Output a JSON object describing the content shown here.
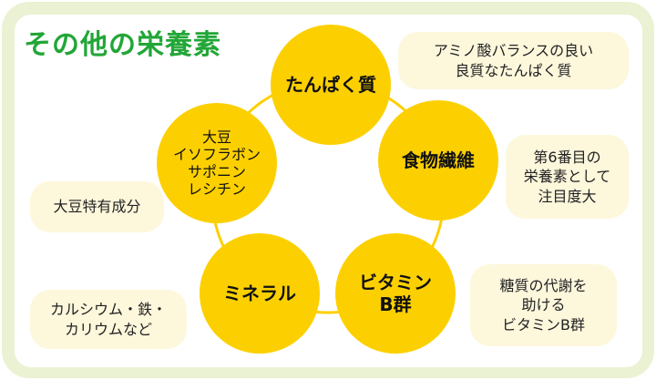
{
  "title": "その他の栄養素",
  "colors": {
    "accent": "#22a637",
    "circle": "#fcd000",
    "note": "#fdf7dc",
    "frame": "#eaf2d3"
  },
  "nutrients": [
    {
      "lines": [
        "たんぱく質"
      ]
    },
    {
      "lines": [
        "食物繊維"
      ]
    },
    {
      "lines": [
        "ビタミン",
        "B群"
      ]
    },
    {
      "lines": [
        "ミネラル"
      ]
    },
    {
      "lines": [
        "大豆",
        "イソフラボン",
        "サポニン",
        "レシチン"
      ]
    }
  ],
  "notes": [
    {
      "lines": [
        "アミノ酸バランスの良い",
        "良質なたんぱく質"
      ]
    },
    {
      "lines": [
        "第6番目の",
        "栄養素として",
        "注目度大"
      ]
    },
    {
      "lines": [
        "糖質の代謝を",
        "助ける",
        "ビタミンB群"
      ]
    },
    {
      "lines": [
        "カルシウム・鉄・",
        "カリウムなど"
      ]
    },
    {
      "lines": [
        "大豆特有成分"
      ]
    }
  ]
}
